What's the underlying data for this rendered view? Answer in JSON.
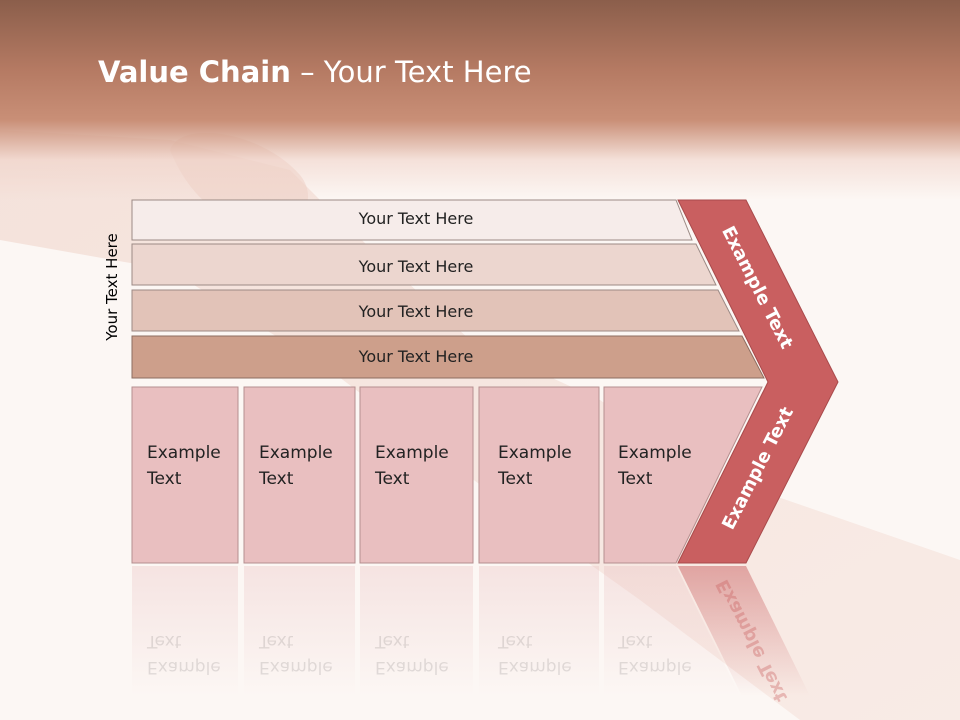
{
  "title": {
    "bold": "Value Chain",
    "rest": " – Your Text Here"
  },
  "side_label": "Your Text Here",
  "bands": [
    {
      "label": "Your Text Here"
    },
    {
      "label": "Your Text Here"
    },
    {
      "label": "Your Text Here"
    },
    {
      "label": "Your Text Here"
    }
  ],
  "boxes": [
    {
      "line1": "Example",
      "line2": "Text"
    },
    {
      "line1": "Example",
      "line2": "Text"
    },
    {
      "line1": "Example",
      "line2": "Text"
    },
    {
      "line1": "Example",
      "line2": "Text"
    },
    {
      "line1": "Example",
      "line2": "Text"
    }
  ],
  "chevron": {
    "upper_label": "Example Text",
    "lower_label": "Example Text"
  },
  "colors": {
    "band1": "#f6ecea",
    "band2": "#ecd6cf",
    "band3": "#e2c3b8",
    "band4": "#cd9f8b",
    "box_fill": "#e9bfc0",
    "chevron": "#c95f60"
  }
}
